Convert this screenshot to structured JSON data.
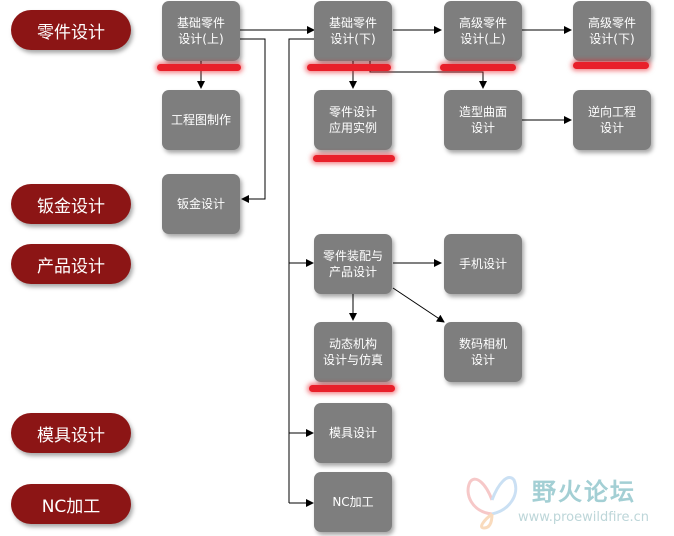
{
  "categories": {
    "parts": "零件设计",
    "sheet_metal": "钣金设计",
    "product": "产品设计",
    "mold": "模具设计",
    "nc": "NC加工"
  },
  "nodes": {
    "basic_parts_1": "基础零件\n设计(上)",
    "basic_parts_2": "基础零件\n设计(下)",
    "advanced_parts_1": "高级零件\n设计(上)",
    "advanced_parts_2": "高级零件\n设计(下)",
    "engineering_drawing": "工程图制作",
    "parts_design_examples": "零件设计\n应用实例",
    "surface_modeling": "造型曲面\n设计",
    "reverse_engineering": "逆向工程\n设计",
    "sheet_metal_design": "钣金设计",
    "assembly_product": "零件装配与\n产品设计",
    "phone_design": "手机设计",
    "camera_design": "数码相机\n设计",
    "motion_simulation": "动态机构\n设计与仿真",
    "mold_design": "模具设计",
    "nc_machining": "NC加工"
  },
  "watermark": {
    "brand": "野火论坛",
    "url": "www.proewildfire.cn"
  },
  "colors": {
    "category_fill": "#8c1515",
    "node_fill": "#7e7e7e",
    "highlight": "#e8202a",
    "connector": "#000000"
  }
}
